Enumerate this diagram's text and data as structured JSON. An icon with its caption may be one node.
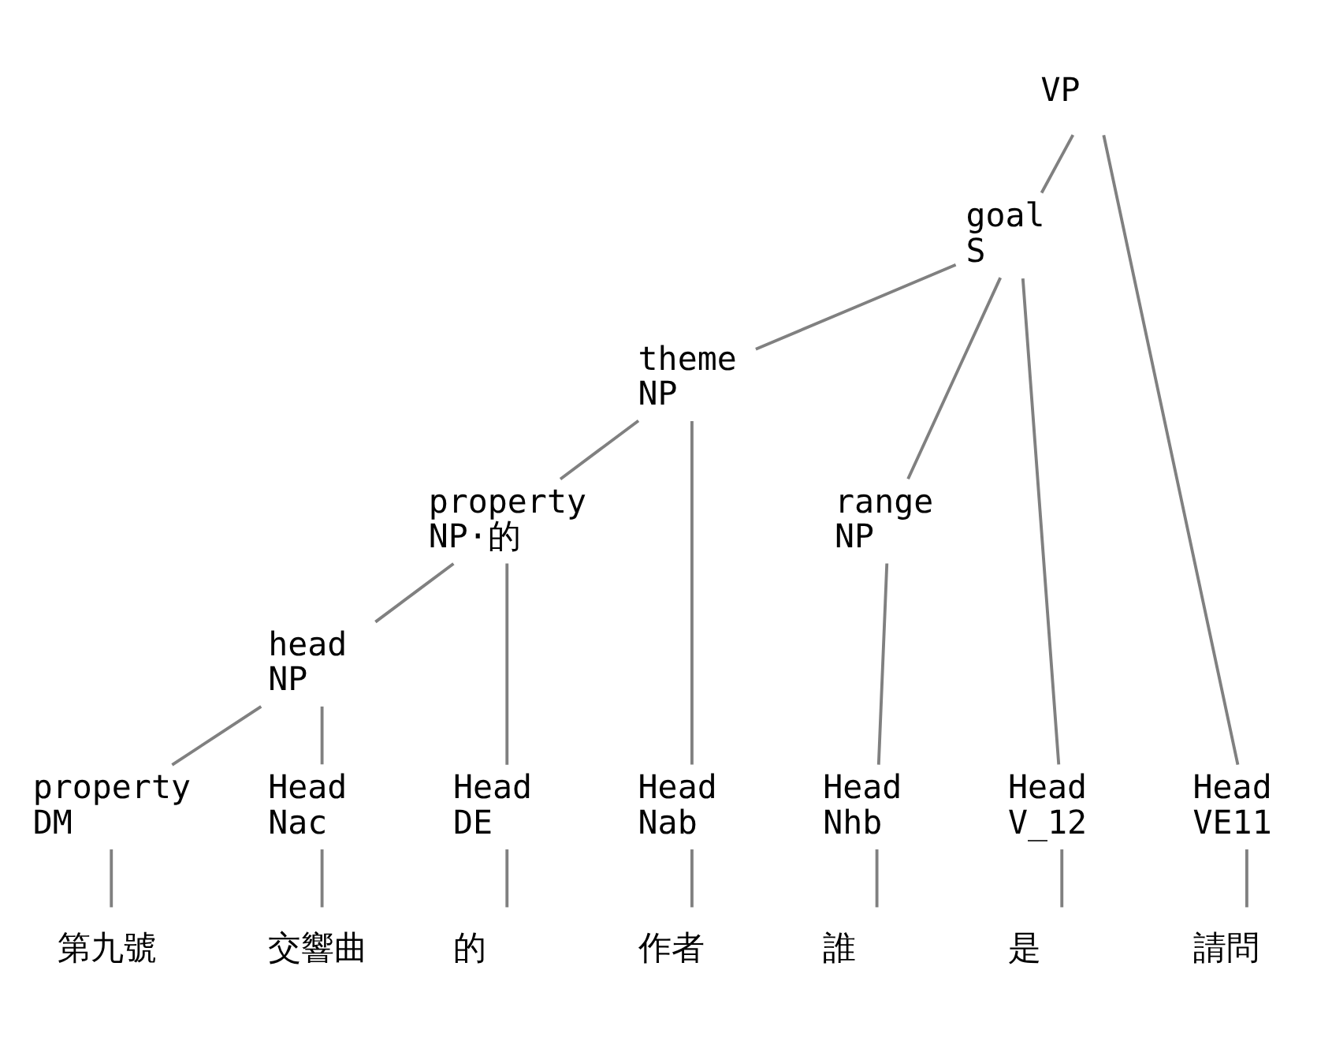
{
  "diagram": {
    "nodes": [
      {
        "text": [
          "VP"
        ]
      },
      {
        "text": [
          "goal",
          "S"
        ]
      },
      {
        "text": [
          "theme",
          "NP"
        ]
      },
      {
        "text": [
          "property",
          "NP·的"
        ]
      },
      {
        "text": [
          "head",
          "NP"
        ]
      },
      {
        "text": [
          "range",
          "NP"
        ]
      },
      {
        "text": [
          "Head",
          "VE11"
        ]
      },
      {
        "text": [
          "property",
          "DM"
        ]
      },
      {
        "text": [
          "Head",
          "Nac"
        ]
      },
      {
        "text": [
          "Head",
          "DE"
        ]
      },
      {
        "text": [
          "Head",
          "Nab"
        ]
      },
      {
        "text": [
          "Head",
          "V_12"
        ]
      },
      {
        "text": [
          "Head",
          "Nhb"
        ]
      },
      {
        "text": [
          "請問"
        ]
      },
      {
        "text": [
          "第九號"
        ]
      },
      {
        "text": [
          "交響曲"
        ]
      },
      {
        "text": [
          "的"
        ]
      },
      {
        "text": [
          "作者"
        ]
      },
      {
        "text": [
          "是"
        ]
      },
      {
        "text": [
          "誰"
        ]
      }
    ],
    "edges": [
      {
        "from": 0,
        "to": 6,
        "arrow": "none"
      },
      {
        "from": 0,
        "to": 1,
        "arrow": "none"
      },
      {
        "from": 1,
        "to": 2,
        "arrow": "none"
      },
      {
        "from": 1,
        "to": 11,
        "arrow": "none"
      },
      {
        "from": 1,
        "to": 5,
        "arrow": "none"
      },
      {
        "from": 2,
        "to": 3,
        "arrow": "none"
      },
      {
        "from": 2,
        "to": 10,
        "arrow": "none"
      },
      {
        "from": 3,
        "to": 4,
        "arrow": "none"
      },
      {
        "from": 3,
        "to": 9,
        "arrow": "none"
      },
      {
        "from": 4,
        "to": 7,
        "arrow": "none"
      },
      {
        "from": 4,
        "to": 8,
        "arrow": "none"
      },
      {
        "from": 5,
        "to": 12,
        "arrow": "none"
      },
      {
        "from": 6,
        "to": 13,
        "arrow": "none"
      },
      {
        "from": 7,
        "to": 14,
        "arrow": "none"
      },
      {
        "from": 8,
        "to": 15,
        "arrow": "none"
      },
      {
        "from": 9,
        "to": 16,
        "arrow": "none"
      },
      {
        "from": 10,
        "to": 17,
        "arrow": "none"
      },
      {
        "from": 11,
        "to": 18,
        "arrow": "none"
      },
      {
        "from": 12,
        "to": 19,
        "arrow": "none"
      }
    ]
  }
}
